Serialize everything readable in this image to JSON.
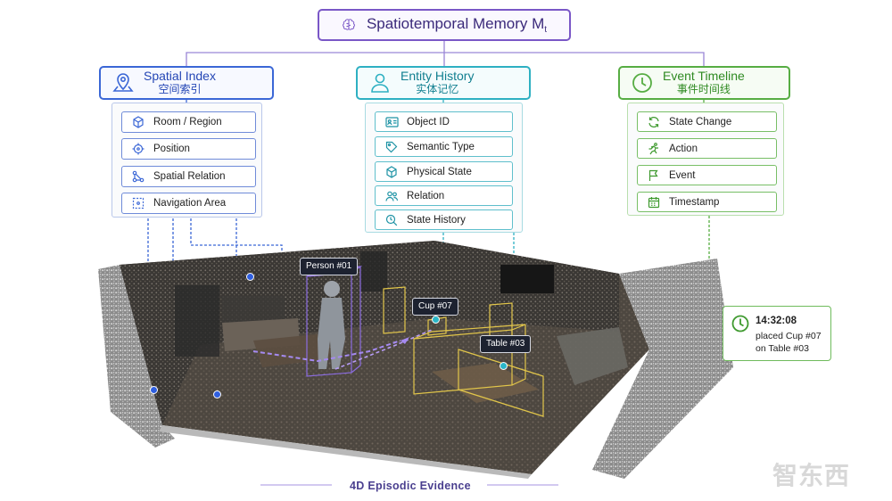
{
  "root": {
    "title": "Spatiotemporal Memory M",
    "subscript": "t"
  },
  "categories": {
    "spatial": {
      "title": "Spatial Index",
      "subtitle": "空间索引",
      "items": [
        {
          "label": "Room / Region",
          "icon": "cube-icon"
        },
        {
          "label": "Position",
          "icon": "crosshair-icon"
        },
        {
          "label": "Spatial Relation",
          "icon": "graph-nodes-icon"
        },
        {
          "label": "Navigation Area",
          "icon": "dashed-area-icon"
        }
      ]
    },
    "entity": {
      "title": "Entity History",
      "subtitle": "实体记忆",
      "items": [
        {
          "label": "Object ID",
          "icon": "id-card-icon"
        },
        {
          "label": "Semantic Type",
          "icon": "tag-icon"
        },
        {
          "label": "Physical State",
          "icon": "cube-icon"
        },
        {
          "label": "Relation",
          "icon": "people-icon"
        },
        {
          "label": "State History",
          "icon": "history-search-icon"
        }
      ]
    },
    "event": {
      "title": "Event Timeline",
      "subtitle": "事件时间线",
      "items": [
        {
          "label": "State Change",
          "icon": "refresh-icon"
        },
        {
          "label": "Action",
          "icon": "running-icon"
        },
        {
          "label": "Event",
          "icon": "flag-icon"
        },
        {
          "label": "Timestamp",
          "icon": "calendar-icon"
        }
      ]
    }
  },
  "scene": {
    "labels": {
      "person": "Person #01",
      "cup": "Cup #07",
      "table": "Table #03"
    }
  },
  "event_note": {
    "time": "14:32:08",
    "line1": "placed Cup #07",
    "line2": "on Table #03"
  },
  "footer": "4D Episodic Evidence",
  "watermark": "智东西",
  "colors": {
    "purple": "#7a57c7",
    "blue": "#3b67d6",
    "teal": "#2eb0c2",
    "green": "#57ad43"
  }
}
